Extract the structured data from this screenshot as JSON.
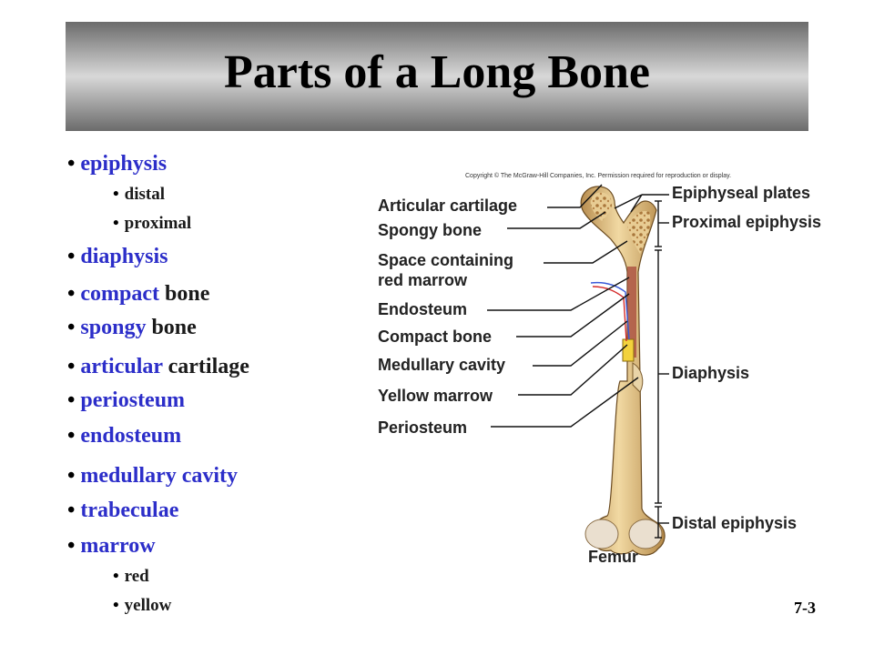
{
  "slide": {
    "title": "Parts of a Long Bone",
    "number": "7-3"
  },
  "bullets": {
    "epiphysis": "epiphysis",
    "distal": "distal",
    "proximal": "proximal",
    "diaphysis": "diaphysis",
    "compact_a": "compact",
    "compact_b": "bone",
    "spongy_a": "spongy",
    "spongy_b": "bone",
    "articular_a": "articular",
    "articular_b": "cartilage",
    "periosteum": "periosteum",
    "endosteum": "endosteum",
    "medullary": "medullary cavity",
    "trabeculae": "trabeculae",
    "marrow": "marrow",
    "red": "red",
    "yellow": "yellow"
  },
  "figure": {
    "copyright": "Copyright © The McGraw-Hill Companies, Inc. Permission required for reproduction or display.",
    "left_labels": {
      "articular_cartilage": "Articular cartilage",
      "spongy_bone": "Spongy bone",
      "space_line1": "Space containing",
      "space_line2": "red marrow",
      "endosteum": "Endosteum",
      "compact_bone": "Compact bone",
      "medullary_cavity": "Medullary cavity",
      "yellow_marrow": "Yellow marrow",
      "periosteum": "Periosteum"
    },
    "right_labels": {
      "epiphyseal_plates": "Epiphyseal plates",
      "proximal_epiphysis": "Proximal epiphysis",
      "diaphysis": "Diaphysis",
      "distal_epiphysis": "Distal epiphysis"
    },
    "caption": "Femur"
  }
}
